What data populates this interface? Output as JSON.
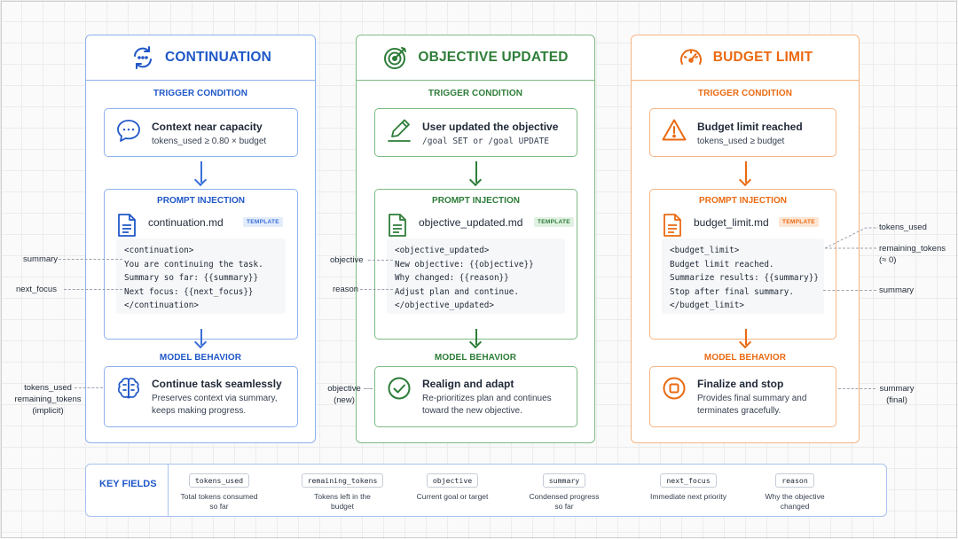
{
  "columns": {
    "continuation": {
      "title": "CONTINUATION",
      "icon": "refresh-icon",
      "color": "#1f57c8",
      "trigger_label": "TRIGGER CONDITION",
      "trigger_title": "Context near capacity",
      "trigger_detail": "tokens_used ≥ 0.80 × budget",
      "prompt_label": "PROMPT INJECTION",
      "file": "continuation.md",
      "badge": "TEMPLATE",
      "code": [
        "<continuation>",
        "You are continuing the task.",
        "Summary so far: {{summary}}",
        "Next focus: {{next_focus}}",
        "</continuation>"
      ],
      "behavior_label": "MODEL BEHAVIOR",
      "behavior_title": "Continue task seamlessly",
      "behavior_detail": "Preserves context via summary, keeps making progress."
    },
    "objective_updated": {
      "title": "OBJECTIVE UPDATED",
      "icon": "target-icon",
      "color": "#2d7d38",
      "trigger_label": "TRIGGER CONDITION",
      "trigger_title": "User updated the objective",
      "trigger_detail": "/goal SET or /goal UPDATE",
      "prompt_label": "PROMPT INJECTION",
      "file": "objective_updated.md",
      "badge": "TEMPLATE",
      "code": [
        "<objective_updated>",
        "New objective: {{objective}}",
        "Why changed: {{reason}}",
        "Adjust plan and continue.",
        "</objective_updated>"
      ],
      "behavior_label": "MODEL BEHAVIOR",
      "behavior_title": "Realign and adapt",
      "behavior_detail": "Re-prioritizes plan and continues toward the new objective."
    },
    "budget_limit": {
      "title": "BUDGET LIMIT",
      "icon": "speedometer-icon",
      "color": "#ea6a12",
      "trigger_label": "TRIGGER CONDITION",
      "trigger_title": "Budget limit reached",
      "trigger_detail": "tokens_used ≥ budget",
      "prompt_label": "PROMPT INJECTION",
      "file": "budget_limit.md",
      "badge": "TEMPLATE",
      "code": [
        "<budget_limit>",
        "Budget limit reached.",
        "Summarize results: {{summary}}",
        "Stop after final summary.",
        "</budget_limit>"
      ],
      "behavior_label": "MODEL BEHAVIOR",
      "behavior_title": "Finalize and stop",
      "behavior_detail": "Provides final summary and terminates gracefully."
    }
  },
  "annotations": {
    "summary": "summary",
    "next_focus": "next_focus",
    "tokens_used_line1": "tokens_used",
    "tokens_used_line2": "remaining_tokens",
    "tokens_used_line3": "(implicit)",
    "objective": "objective",
    "reason": "reason",
    "objective_new_1": "objective",
    "objective_new_2": "(new)",
    "budget_tokens_used": "tokens_used",
    "budget_remaining_1": "remaining_tokens",
    "budget_remaining_2": "(≈ 0)",
    "budget_summary": "summary",
    "final_summary_1": "summary",
    "final_summary_2": "(final)"
  },
  "key_fields": {
    "label": "KEY FIELDS",
    "items": [
      {
        "name": "tokens_used",
        "desc": "Total tokens consumed so far"
      },
      {
        "name": "remaining_tokens",
        "desc": "Tokens left in the budget"
      },
      {
        "name": "objective",
        "desc": "Current goal or target"
      },
      {
        "name": "summary",
        "desc": "Condensed progress so far"
      },
      {
        "name": "next_focus",
        "desc": "Immediate next priority"
      },
      {
        "name": "reason",
        "desc": "Why the objective changed"
      }
    ]
  }
}
